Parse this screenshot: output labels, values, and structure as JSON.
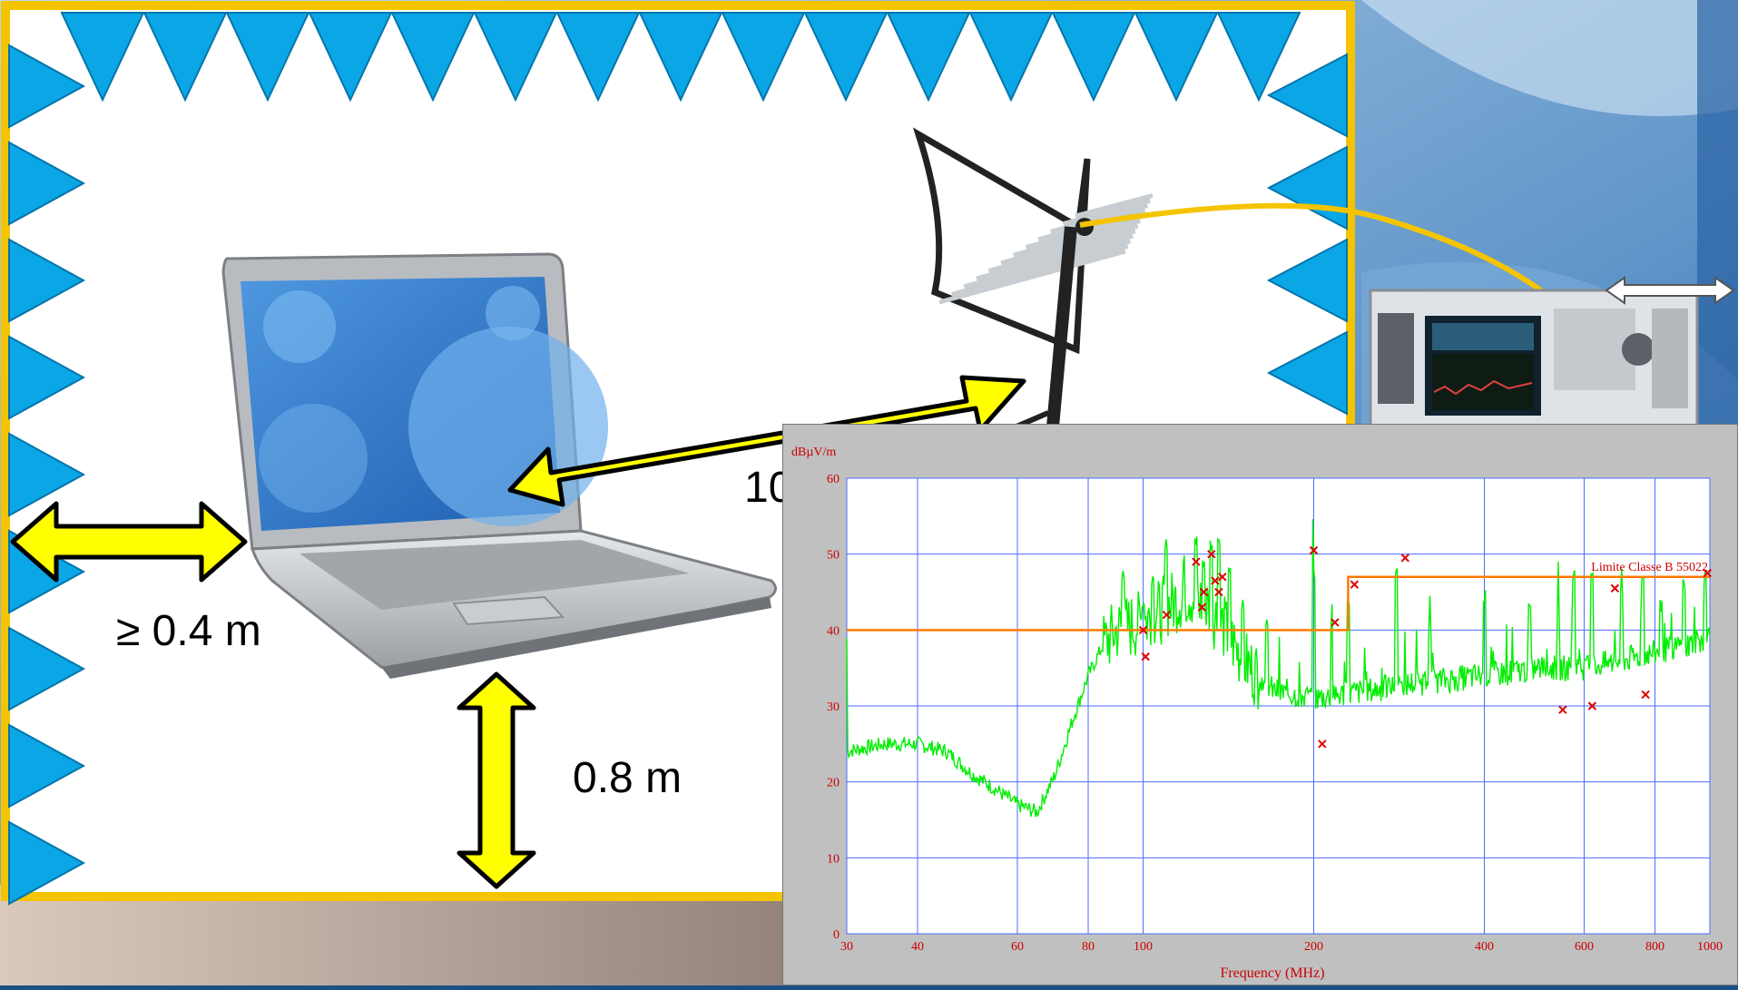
{
  "labels": {
    "distance_side": "≥ 0.4 m",
    "distance_height": "0.8 m",
    "distance_antenna_partial": "10"
  },
  "colors": {
    "chamber_border": "#f5c400",
    "absorber": "#0aa6e6",
    "arrow_fill": "#ffff00",
    "cable": "#f5c400",
    "chart_background": "#c0c0c0",
    "trace": "#00ee00",
    "limit_line": "#ff7a00",
    "marker": "#e00000",
    "grid": "#4a6cff",
    "axis_text": "#cc0000"
  },
  "icons": [
    "laptop-icon",
    "antenna-icon",
    "spectrum-analyzer-icon"
  ],
  "chart_data": {
    "type": "line",
    "ylabel": "dBµV/m",
    "xlabel": "Frequency (MHz)",
    "x_scale": "log",
    "xlim": [
      30,
      1000
    ],
    "ylim": [
      0,
      60
    ],
    "x_ticks": [
      30,
      40,
      60,
      80,
      100,
      200,
      400,
      600,
      800,
      1000
    ],
    "y_ticks": [
      0,
      10,
      20,
      30,
      40,
      50,
      60
    ],
    "limit_label": "Limite Classe B 55022",
    "limit": [
      {
        "x": 30,
        "y": 40
      },
      {
        "x": 230,
        "y": 40
      },
      {
        "x": 230,
        "y": 47
      },
      {
        "x": 1000,
        "y": 47
      }
    ],
    "trace_envelope": [
      [
        30,
        24
      ],
      [
        35,
        25
      ],
      [
        40,
        25
      ],
      [
        45,
        24
      ],
      [
        50,
        21
      ],
      [
        55,
        19
      ],
      [
        60,
        17
      ],
      [
        65,
        16
      ],
      [
        70,
        21
      ],
      [
        75,
        28
      ],
      [
        80,
        34
      ],
      [
        85,
        38
      ],
      [
        90,
        40
      ],
      [
        100,
        41
      ],
      [
        110,
        43
      ],
      [
        120,
        45
      ],
      [
        130,
        43
      ],
      [
        140,
        40
      ],
      [
        150,
        36
      ],
      [
        170,
        32
      ],
      [
        200,
        31
      ],
      [
        250,
        32
      ],
      [
        300,
        33
      ],
      [
        400,
        34
      ],
      [
        500,
        35
      ],
      [
        600,
        35
      ],
      [
        700,
        36
      ],
      [
        800,
        37
      ],
      [
        900,
        38
      ],
      [
        1000,
        39
      ]
    ],
    "peaks": [
      [
        92,
        48
      ],
      [
        100,
        44
      ],
      [
        104,
        47
      ],
      [
        110,
        52
      ],
      [
        118,
        50
      ],
      [
        124,
        53
      ],
      [
        128,
        50
      ],
      [
        132,
        52
      ],
      [
        136,
        53
      ],
      [
        142,
        49
      ],
      [
        150,
        44
      ],
      [
        165,
        42
      ],
      [
        200,
        48
      ],
      [
        215,
        41
      ],
      [
        230,
        44
      ],
      [
        280,
        49
      ],
      [
        320,
        42
      ],
      [
        400,
        44
      ],
      [
        480,
        45
      ],
      [
        540,
        43
      ],
      [
        575,
        48
      ],
      [
        620,
        48
      ],
      [
        700,
        46
      ],
      [
        760,
        47
      ],
      [
        820,
        44
      ],
      [
        900,
        47
      ],
      [
        980,
        48
      ]
    ],
    "markers": [
      [
        100,
        40
      ],
      [
        101,
        36.5
      ],
      [
        110,
        42
      ],
      [
        124,
        49
      ],
      [
        127,
        43
      ],
      [
        128,
        45
      ],
      [
        132,
        50
      ],
      [
        134,
        46.5
      ],
      [
        136,
        45
      ],
      [
        138,
        47
      ],
      [
        200,
        50.5
      ],
      [
        207,
        25
      ],
      [
        218,
        41
      ],
      [
        236,
        46
      ],
      [
        290,
        49.5
      ],
      [
        550,
        29.5
      ],
      [
        620,
        30
      ],
      [
        680,
        45.5
      ],
      [
        770,
        31.5
      ],
      [
        990,
        47.5
      ]
    ]
  }
}
